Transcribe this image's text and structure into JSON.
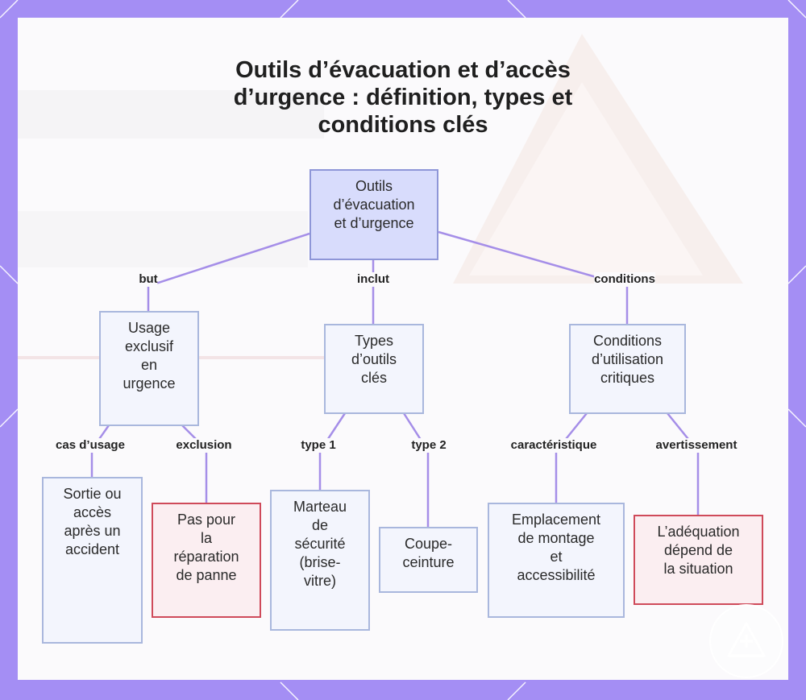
{
  "title_lines": [
    "Outils d’évacuation et d’accès",
    "d’urgence : définition, types et",
    "conditions clés"
  ],
  "nodes": {
    "root": [
      "Outils",
      "d’évacuation",
      "et d’urgence"
    ],
    "usage": [
      "Usage",
      "exclusif",
      "en",
      "urgence"
    ],
    "types": [
      "Types",
      "d’outils",
      "clés"
    ],
    "conditions": [
      "Conditions",
      "d’utilisation",
      "critiques"
    ],
    "sortie": [
      "Sortie ou",
      "accès",
      "après un",
      "accident"
    ],
    "panne": [
      "Pas pour",
      "la",
      "réparation",
      "de panne"
    ],
    "marteau": [
      "Marteau",
      "de",
      "sécurité",
      "(brise-",
      "vitre)"
    ],
    "coupe": [
      "Coupe-",
      "ceinture"
    ],
    "emplacement": [
      "Emplacement",
      "de montage",
      "et",
      "accessibilité"
    ],
    "adequation": [
      "L’adéquation",
      "dépend de",
      "la situation"
    ]
  },
  "edge_labels": {
    "but": "but",
    "inclut": "inclut",
    "conditions": "conditions",
    "cas_usage": "cas d’usage",
    "exclusion": "exclusion",
    "type1": "type 1",
    "type2": "type 2",
    "caracteristique": "caractéristique",
    "avertissement": "avertissement"
  },
  "colors": {
    "frame": "#a48ef4",
    "edge": "#a58ee8",
    "root_fill": "#d8dcfc",
    "node_fill": "#f3f5fd",
    "warn_border": "#cf4a5a"
  },
  "badge_icon": "warning-triangle-icon"
}
